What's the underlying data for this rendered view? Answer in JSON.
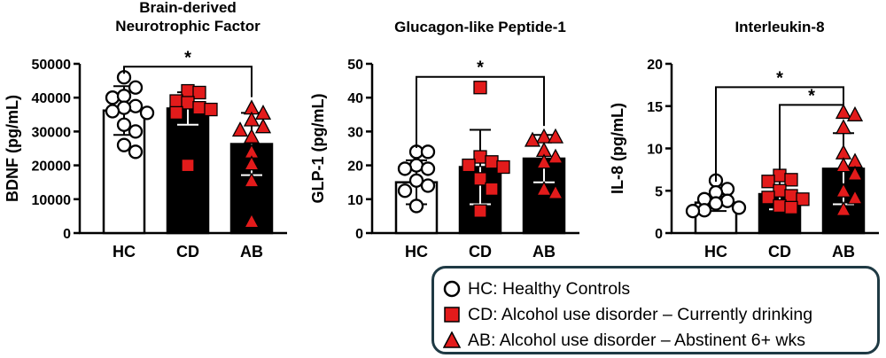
{
  "colors": {
    "hc_fill": "#ffffff",
    "cd_fill": "#e31b1b",
    "ab_fill": "#e31b1b",
    "bar_fill_hc": "#ffffff",
    "bar_fill_other": "#000000",
    "outline": "#000000",
    "legend_border": "#1f3a44"
  },
  "chart_data": [
    {
      "type": "bar",
      "title": "Brain-derived\nNeurotrophic Factor",
      "ylabel": "BDNF (pg/mL)",
      "categories": [
        "HC",
        "CD",
        "AB"
      ],
      "values": [
        36200,
        36800,
        26300
      ],
      "errors": [
        7200,
        4800,
        9200
      ],
      "ylim": [
        0,
        50000
      ],
      "yticks": [
        0,
        10000,
        20000,
        30000,
        40000,
        50000
      ],
      "ytick_labels": [
        "0",
        "10000",
        "20000",
        "30000",
        "40000",
        "50000"
      ],
      "points": [
        [
          46000,
          43000,
          40000,
          40500,
          37500,
          37000,
          36000,
          35500,
          32000,
          30000,
          26000,
          24000
        ],
        [
          42000,
          41500,
          39000,
          38500,
          37000,
          36500,
          35500,
          20000
        ],
        [
          37000,
          35500,
          33500,
          31500,
          30500,
          28500,
          24000,
          20500,
          15500,
          3500
        ]
      ],
      "significance": [
        {
          "from": 0,
          "to": 2,
          "label": "*"
        }
      ]
    },
    {
      "type": "bar",
      "title": "Glucagon-like Peptide-1",
      "ylabel": "GLP-1 (pg/mL)",
      "categories": [
        "HC",
        "CD",
        "AB"
      ],
      "values": [
        15.0,
        19.5,
        22.0
      ],
      "errors": [
        6.5,
        11.0,
        7.0
      ],
      "ylim": [
        0,
        50
      ],
      "yticks": [
        0,
        10,
        20,
        30,
        40,
        50
      ],
      "ytick_labels": [
        "0",
        "10",
        "20",
        "30",
        "40",
        "50"
      ],
      "points": [
        [
          24,
          24,
          20,
          19,
          19,
          15.5,
          14,
          12.5,
          8
        ],
        [
          43,
          22.5,
          21,
          20,
          19.5,
          16,
          13,
          6.5
        ],
        [
          28.5,
          28.5,
          27.5,
          24.5,
          22.5,
          21,
          13,
          12
        ]
      ],
      "significance": [
        {
          "from": 0,
          "to": 2,
          "label": "*"
        }
      ]
    },
    {
      "type": "bar",
      "title": "Interleukin-8",
      "ylabel": "IL-8 (pg/mL)",
      "categories": [
        "HC",
        "CD",
        "AB"
      ],
      "values": [
        3.6,
        4.6,
        7.6
      ],
      "errors": [
        1.0,
        1.8,
        4.2
      ],
      "ylim": [
        0,
        20
      ],
      "yticks": [
        0,
        5,
        10,
        15,
        20
      ],
      "ytick_labels": [
        "0",
        "5",
        "10",
        "15",
        "20"
      ],
      "points": [
        [
          6.2,
          5.2,
          4.8,
          4.0,
          3.8,
          3.5,
          3.0,
          2.7,
          2.6
        ],
        [
          6.8,
          6.3,
          6.1,
          5.0,
          4.4,
          4.2,
          4.0,
          3.2,
          3.0
        ],
        [
          14.3,
          14.0,
          12.5,
          9.5,
          8.5,
          8.0,
          7.0,
          5.0,
          4.2,
          2.8
        ]
      ],
      "significance": [
        {
          "from": 0,
          "to": 2,
          "label": "*"
        },
        {
          "from": 1,
          "to": 2,
          "label": "*"
        }
      ]
    }
  ],
  "legend": {
    "items": [
      {
        "marker": "circle",
        "label": "HC: Healthy Controls"
      },
      {
        "marker": "square",
        "label": "CD: Alcohol use disorder – Currently drinking"
      },
      {
        "marker": "triangle",
        "label": "AB: Alcohol use disorder – Abstinent 6+ wks"
      }
    ]
  }
}
